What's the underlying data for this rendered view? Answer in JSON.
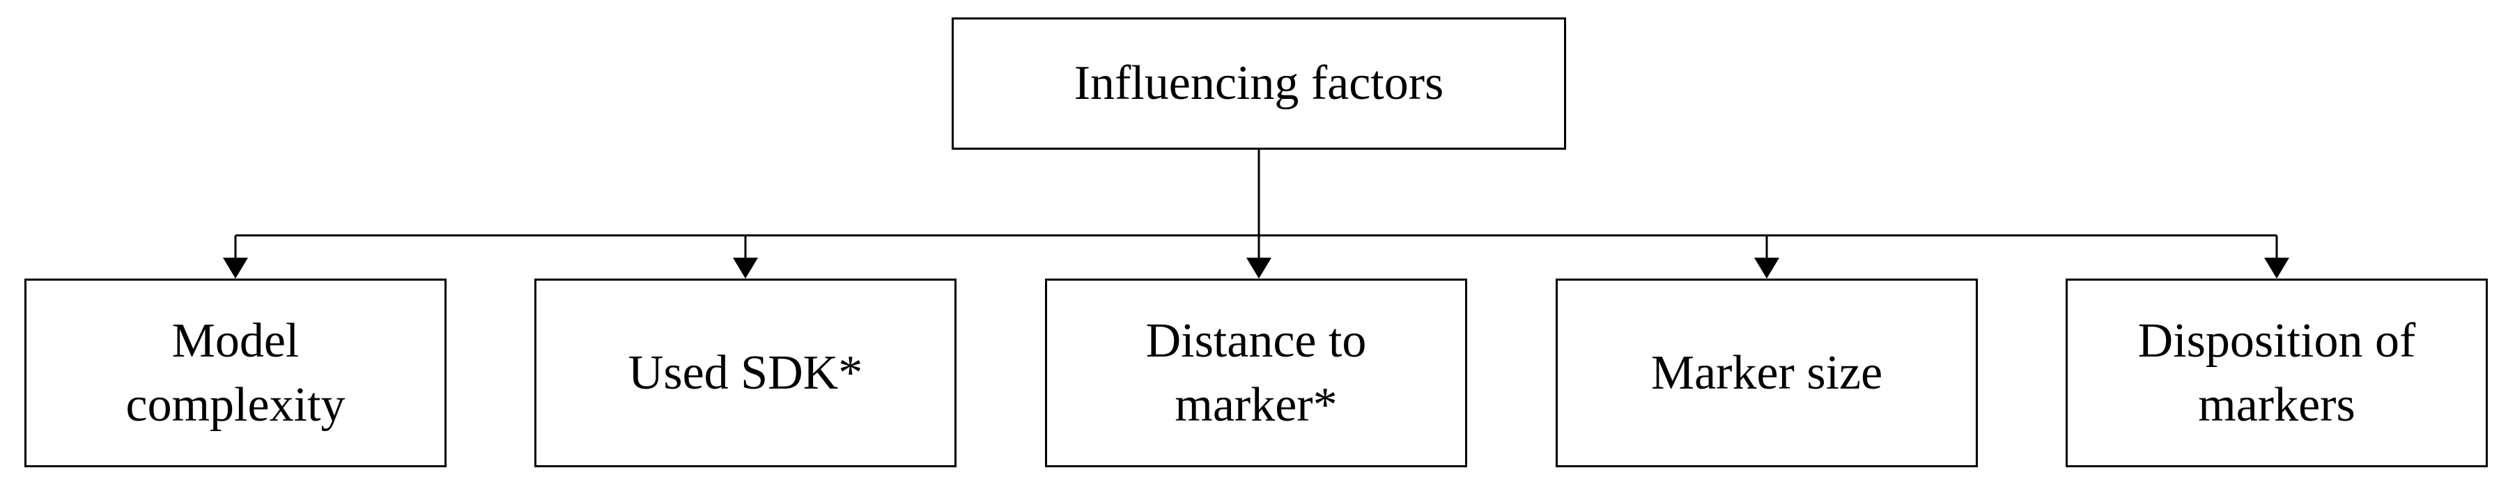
{
  "diagram": {
    "root": {
      "label": "Influencing factors"
    },
    "children": [
      {
        "label": "Model\ncomplexity"
      },
      {
        "label": "Used SDK*"
      },
      {
        "label": "Distance to\nmarker*"
      },
      {
        "label": "Marker size"
      },
      {
        "label": "Disposition of\nmarkers"
      }
    ],
    "colors": {
      "stroke": "#000000",
      "fill": "#ffffff"
    }
  }
}
